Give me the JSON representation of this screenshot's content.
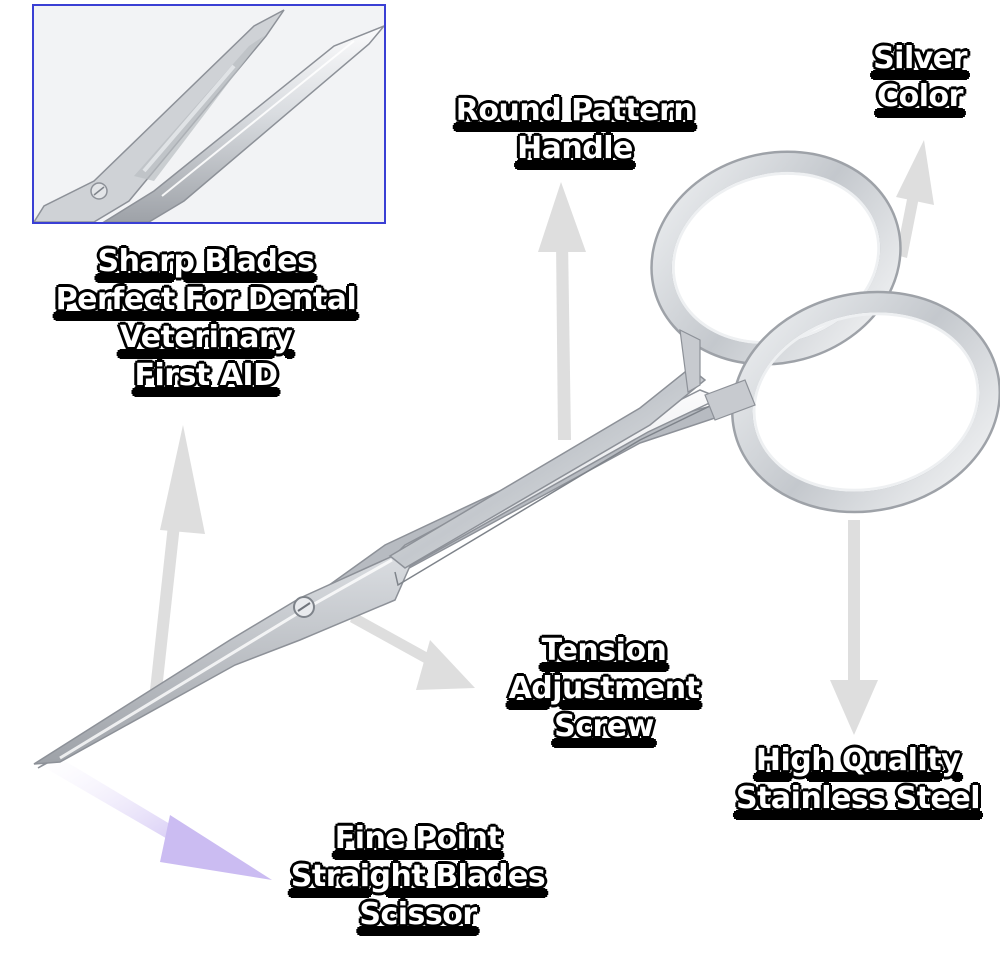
{
  "callouts": {
    "sharp_blades": [
      "Sharp Blades",
      "Perfect For Dental",
      "Veterinary",
      "First AID"
    ],
    "handle": [
      "Round Pattern",
      "Handle"
    ],
    "silver": [
      "Silver",
      "Color"
    ],
    "tension_screw": [
      "Tension",
      "Adjustment",
      "Screw"
    ],
    "steel": [
      "High Quality",
      "Stainless Steel"
    ],
    "fine_point": [
      "Fine Point",
      "Straight Blades",
      "Scissor"
    ]
  },
  "colors": {
    "background": "#ffffff",
    "steel_light": "#f2f3f5",
    "steel_mid": "#c7cacf",
    "steel_dark": "#8d9198",
    "arrow": "#dedede",
    "tip_arrow": "#cbbcf2",
    "inset_border": "#3a3fd4",
    "callout_text": "#ffffff",
    "callout_outline": "#000000"
  },
  "icons": {
    "product": "scissors-icon",
    "callout_pointer": "arrow-icon"
  }
}
